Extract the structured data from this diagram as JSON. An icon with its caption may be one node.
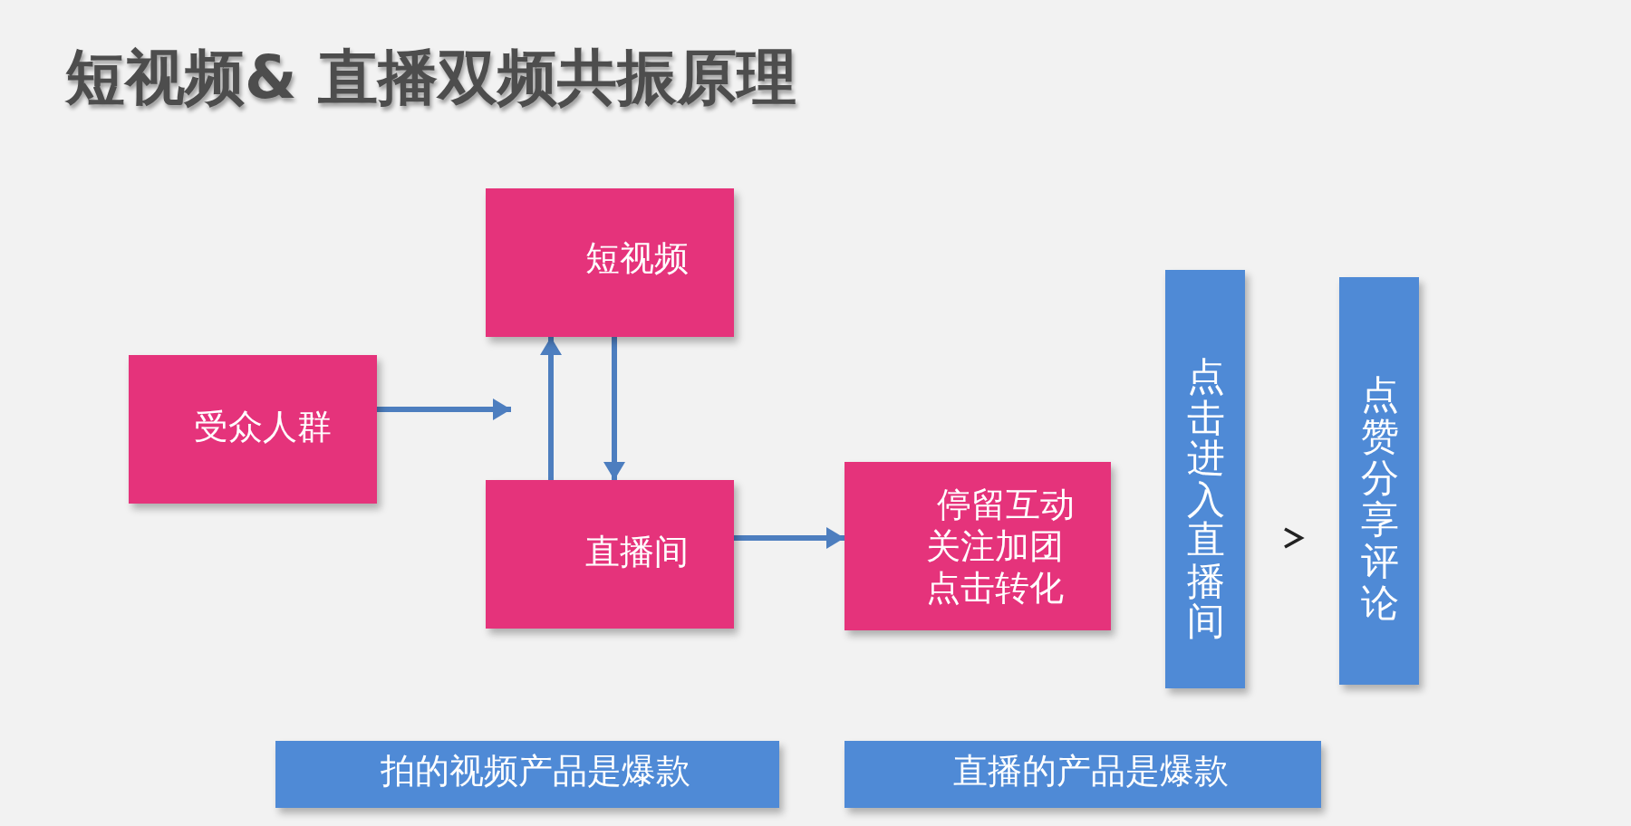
{
  "diagram": {
    "title": "短视频& 直播双频共振原理",
    "nodes": [
      {
        "text": [
          "受众人群"
        ]
      },
      {
        "text": [
          "短视频"
        ]
      },
      {
        "text": [
          "直播间"
        ]
      },
      {
        "text": [
          "停留互动",
          "关注加团",
          "点击转化"
        ]
      },
      {
        "text": [
          "点击进入直播间"
        ]
      },
      {
        "text": [
          "点赞分享评论"
        ]
      },
      {
        "text": [
          "拍的视频产品是爆款"
        ]
      },
      {
        "text": [
          "直播的产品是爆款"
        ]
      }
    ],
    "edges": [
      {
        "from": 0,
        "to": null,
        "arrow": "to"
      },
      {
        "from": 2,
        "to": 1,
        "arrow": "to"
      },
      {
        "from": 1,
        "to": 2,
        "arrow": "to"
      },
      {
        "from": 2,
        "to": 3,
        "arrow": "to"
      },
      {
        "from": 4,
        "to": 5,
        "arrow": "to",
        "color": "#222222"
      }
    ]
  }
}
